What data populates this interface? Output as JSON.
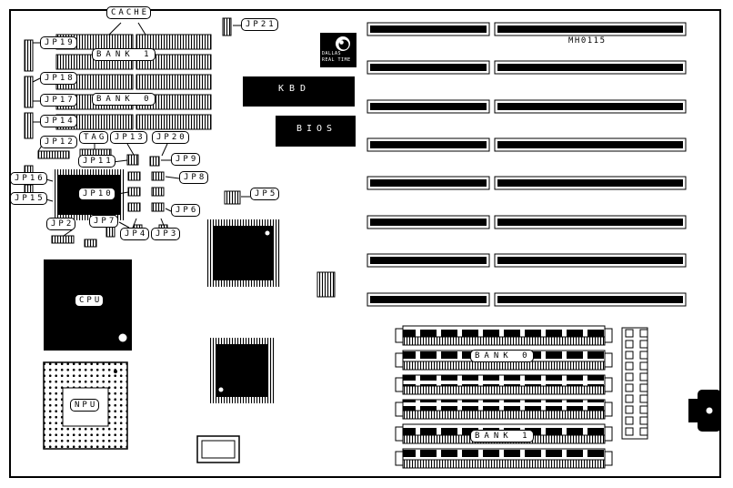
{
  "board": {
    "part_number": "MH0115",
    "chip_labels": {
      "cache": "CACHE",
      "cache_bank1": "BANK 1",
      "cache_bank0": "BANK 0",
      "tag": "TAG",
      "kbd": "KBD",
      "bios": "BIOS",
      "cpu": "CPU",
      "npu": "NPU",
      "simm_bank0": "BANK 0",
      "simm_bank1": "BANK 1",
      "dallas_line1": "DALLAS",
      "dallas_line2": "REAL TIME"
    },
    "jumpers": {
      "jp2": "JP2",
      "jp3": "JP3",
      "jp4": "JP4",
      "jp5": "JP5",
      "jp6": "JP6",
      "jp7": "JP7",
      "jp8": "JP8",
      "jp9": "JP9",
      "jp10": "JP10",
      "jp11": "JP11",
      "jp12": "JP12",
      "jp13": "JP13",
      "jp14": "JP14",
      "jp15": "JP15",
      "jp16": "JP16",
      "jp17": "JP17",
      "jp18": "JP18",
      "jp19": "JP19",
      "jp20": "JP20",
      "jp21": "JP21"
    }
  }
}
